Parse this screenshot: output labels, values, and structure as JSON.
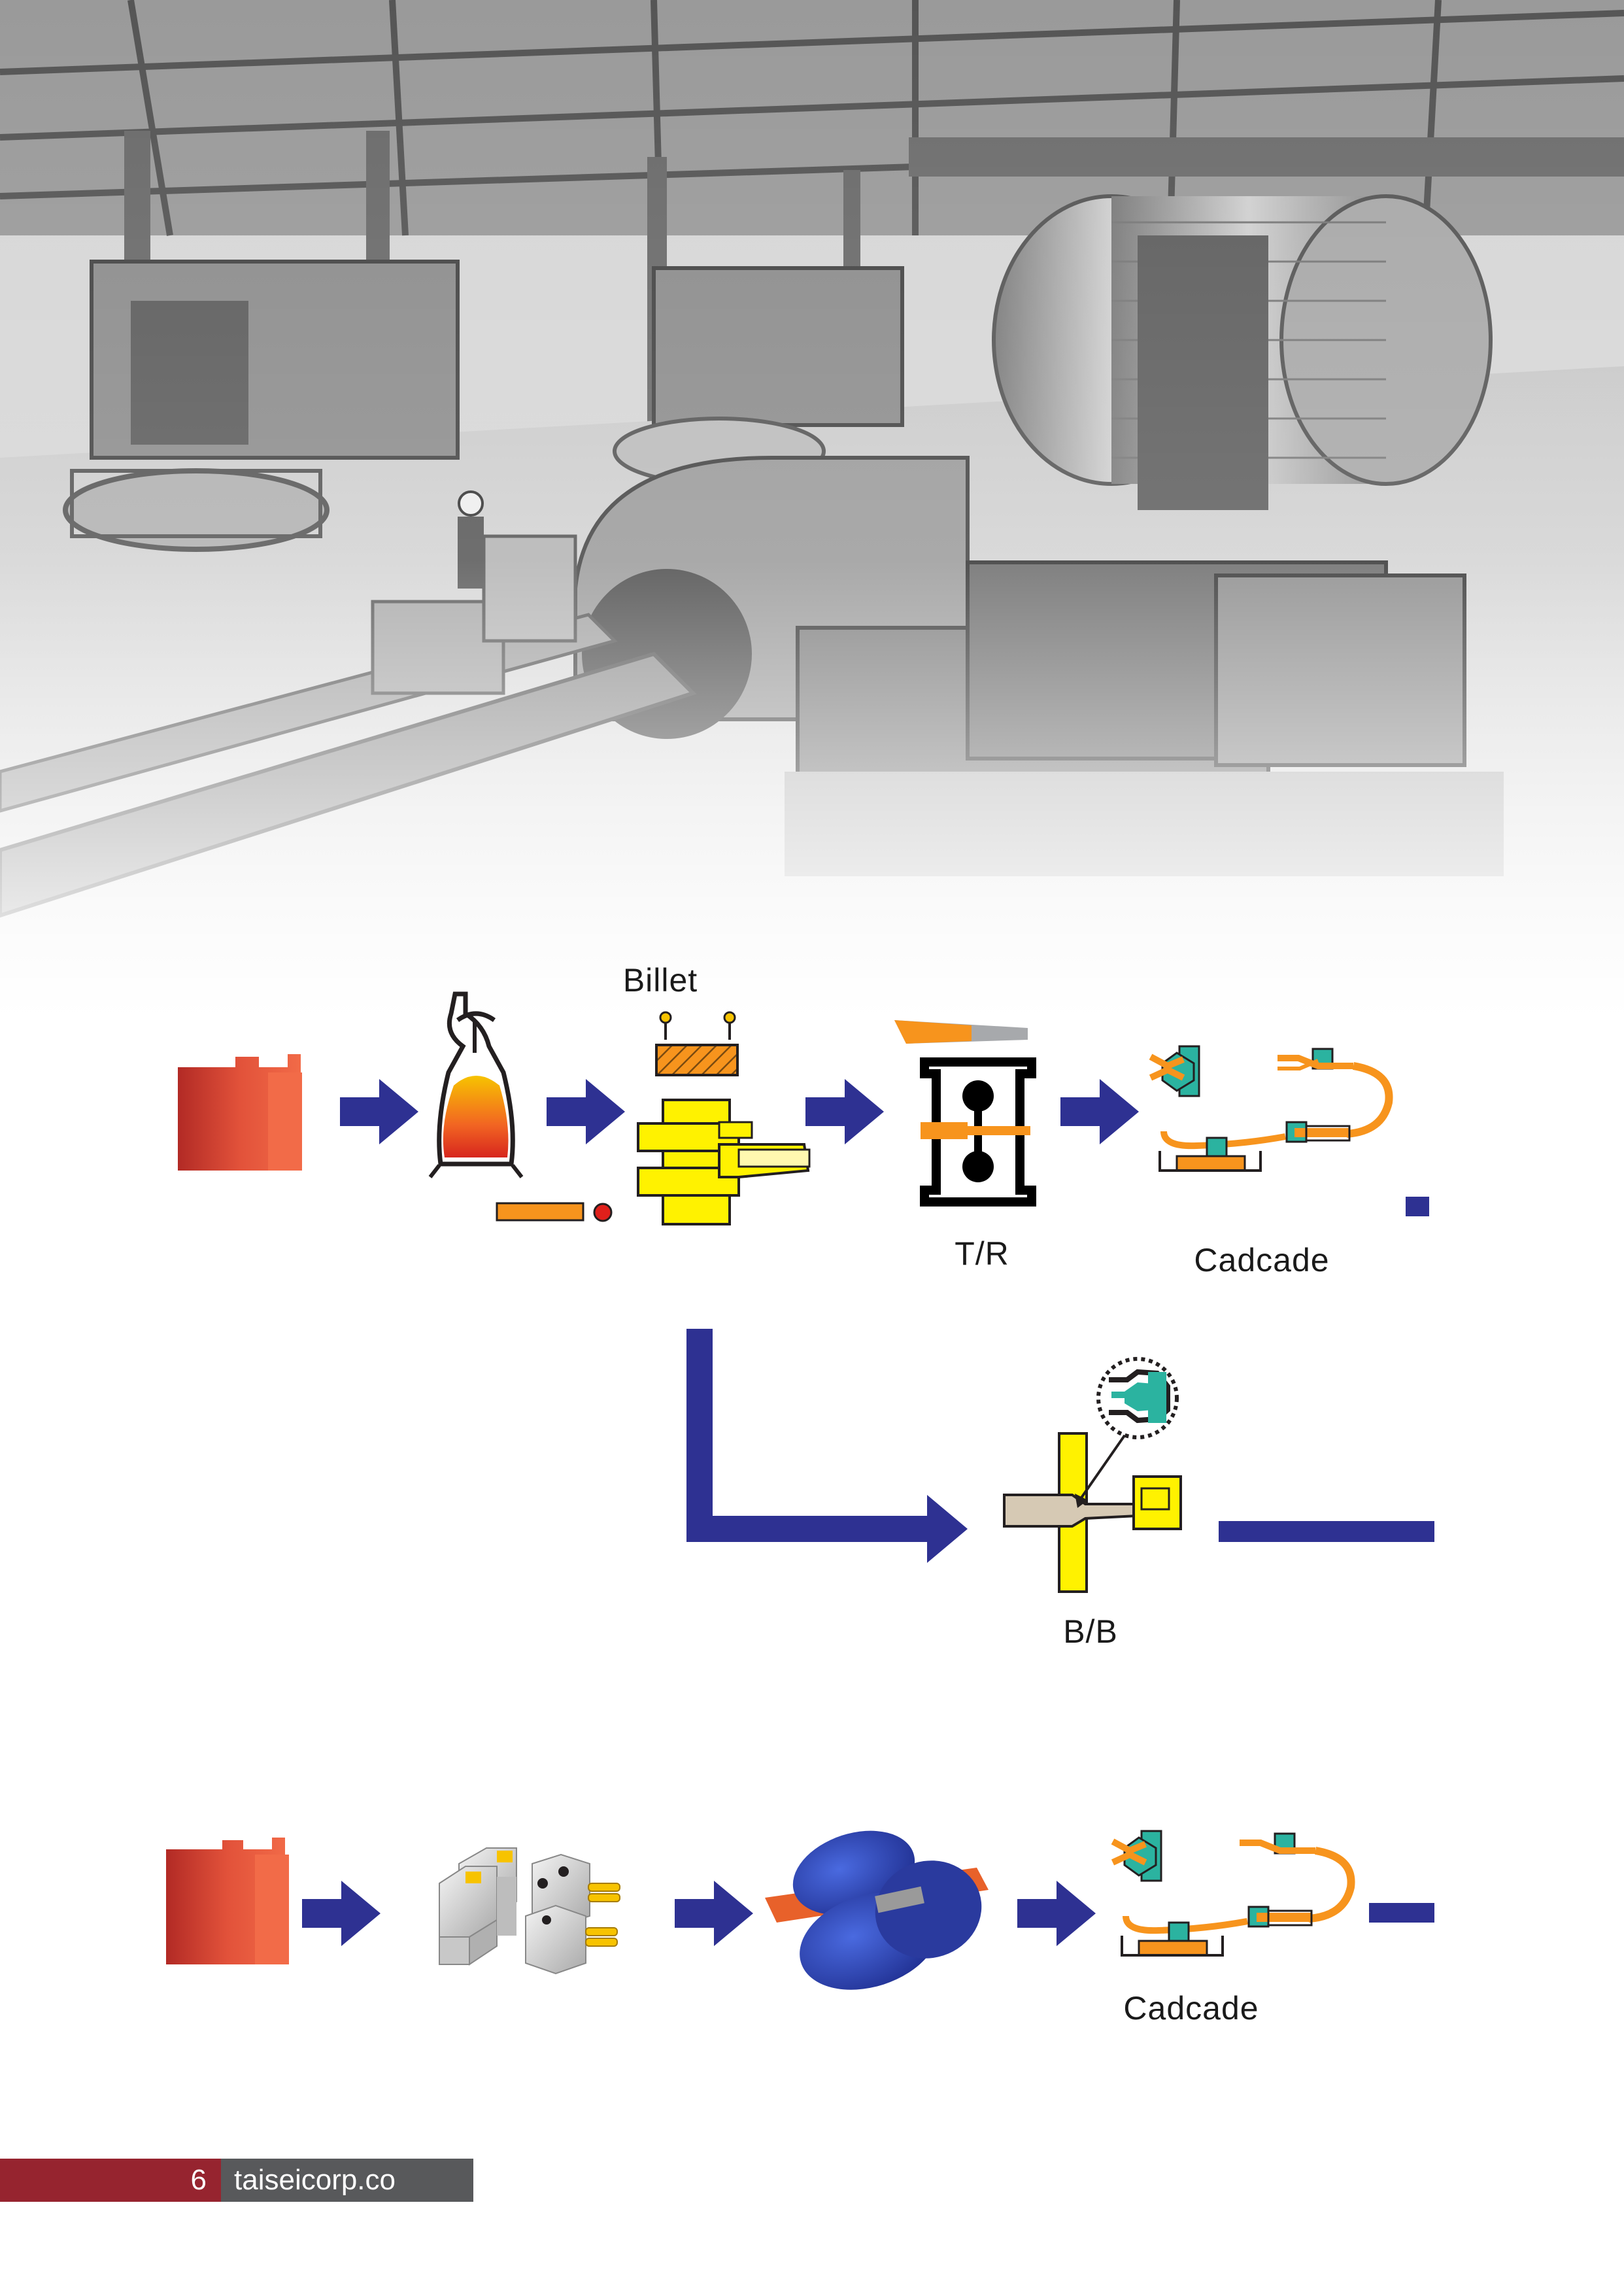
{
  "labels": {
    "billet": "Billet",
    "tr": "T/R",
    "cascade_top": "Cadcade",
    "bb": "B/B",
    "cascade_bottom": "Cadcade"
  },
  "footer": {
    "page_number": "6",
    "website": "taiseicorp.co"
  },
  "colors": {
    "arrow": "#2e3192",
    "copper": "#e05a3a",
    "orange": "#f7941d",
    "yellow": "#fff200",
    "teal": "#2bb3a0",
    "footer_red": "#96242f",
    "footer_gray": "#58595b"
  }
}
